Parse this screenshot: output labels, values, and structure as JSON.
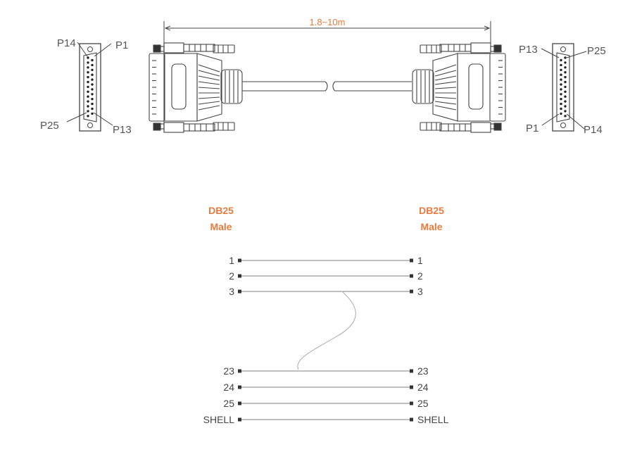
{
  "colors": {
    "accent": "#e87a3c",
    "line": "#7f7f7f",
    "outline": "#444444"
  },
  "cable": {
    "length_label": "1.8~10m"
  },
  "left_face": {
    "top_left": "P14",
    "top_right": "P1",
    "bottom_left": "P25",
    "bottom_right": "P13"
  },
  "right_face": {
    "top_left": "P13",
    "top_right": "P25",
    "bottom_left": "P1",
    "bottom_right": "P14"
  },
  "wiring": {
    "left_header": {
      "line1": "DB25",
      "line2": "Male"
    },
    "right_header": {
      "line1": "DB25",
      "line2": "Male"
    },
    "rows": [
      {
        "left": "1",
        "right": "1"
      },
      {
        "left": "2",
        "right": "2"
      },
      {
        "left": "3",
        "right": "3"
      },
      {
        "left": "23",
        "right": "23"
      },
      {
        "left": "24",
        "right": "24"
      },
      {
        "left": "25",
        "right": "25"
      },
      {
        "left": "SHELL",
        "right": "SHELL"
      }
    ]
  }
}
